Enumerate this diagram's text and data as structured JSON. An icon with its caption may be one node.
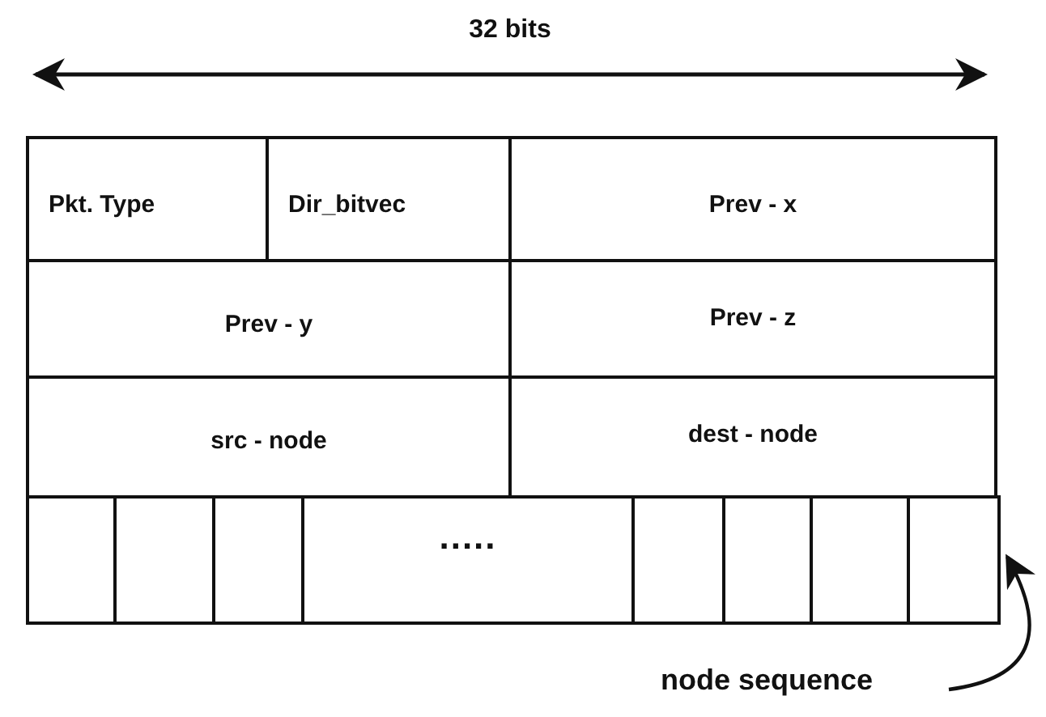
{
  "diagram": {
    "nodes": [
      {
        "text": [
          "Pkt. Type"
        ]
      },
      {
        "text": [
          "Dir_bitvec"
        ]
      },
      {
        "text": [
          "Prev - x"
        ]
      },
      {
        "text": [
          "Prev - y"
        ]
      },
      {
        "text": [
          "Prev - z"
        ]
      },
      {
        "text": [
          "src - node"
        ]
      },
      {
        "text": [
          "dest - node"
        ]
      },
      {
        "text": [],
        "shape": "box"
      },
      {
        "text": [],
        "shape": "box",
        "in": 7
      },
      {
        "text": [],
        "shape": "box",
        "in": 7
      },
      {
        "text": [],
        "shape": "box",
        "in": 7
      },
      {
        "text": [
          "....."
        ],
        "in": 7
      },
      {
        "text": [],
        "shape": "box",
        "in": 7
      },
      {
        "text": [],
        "shape": "box",
        "in": 7
      },
      {
        "text": [],
        "shape": "box",
        "in": 7
      },
      {
        "text": [],
        "shape": "box",
        "in": 7
      },
      {
        "text": [
          "node sequence"
        ]
      }
    ],
    "edges": [
      {
        "from": 16,
        "to": 7,
        "arrow": "to"
      }
    ],
    "labels": [
      "32 bits"
    ]
  }
}
